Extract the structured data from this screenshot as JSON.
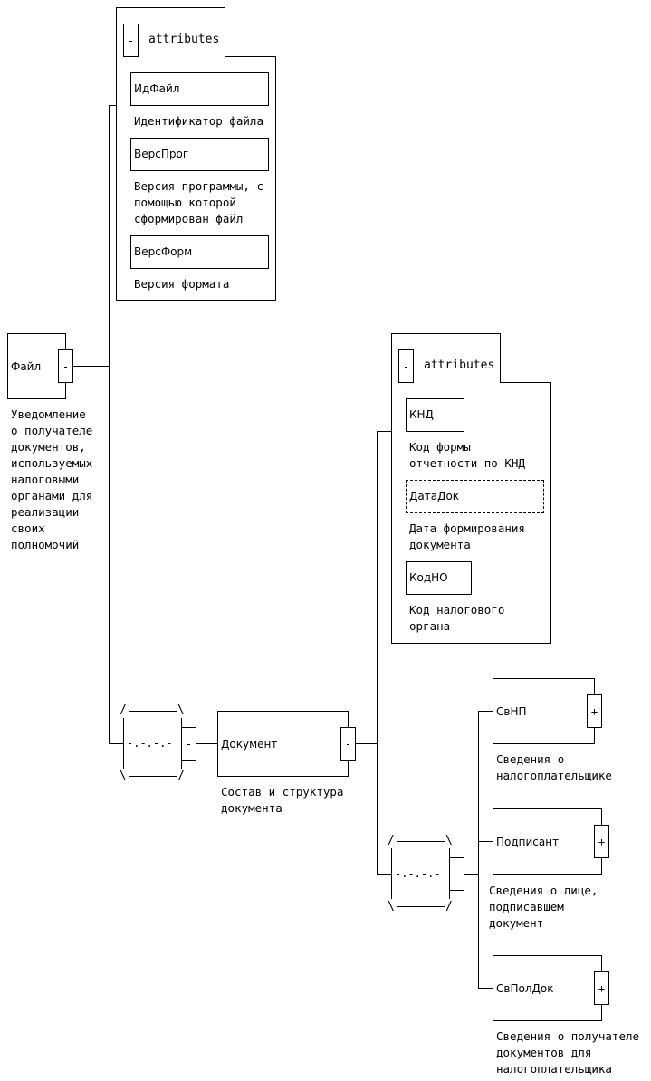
{
  "root": {
    "name": "Файл",
    "toggle": "-",
    "doc": "Уведомление\nо получателе\nдокументов,\nиспользуемых\nналоговыми\nорганами для\nреализации\nсвоих\nполномочий"
  },
  "file_attributes": {
    "toggle": "-",
    "title": "attributes",
    "items": [
      {
        "name": "ИдФайл",
        "doc": "Идентификатор файла",
        "optional": false
      },
      {
        "name": "ВерсПрог",
        "doc": "Версия программы, с\nпомощью которой\nсформирован файл",
        "optional": false
      },
      {
        "name": "ВерсФорм",
        "doc": "Версия формата",
        "optional": false
      }
    ]
  },
  "sequence1": {
    "dots": "-.-.-.-",
    "toggle": "-"
  },
  "document": {
    "name": "Документ",
    "toggle": "-",
    "doc": "Состав и структура\nдокумента"
  },
  "doc_attributes": {
    "toggle": "-",
    "title": "attributes",
    "items": [
      {
        "name": "КНД",
        "doc": "Код формы\nотчетности по КНД",
        "optional": false
      },
      {
        "name": "ДатаДок",
        "doc": "Дата формирования\nдокумента",
        "optional": true
      },
      {
        "name": "КодНО",
        "doc": "Код налогового\nоргана",
        "optional": false
      }
    ]
  },
  "sequence2": {
    "dots": "-.-.-.-",
    "toggle": "-"
  },
  "children": [
    {
      "name": "СвНП",
      "toggle": "+",
      "doc": "Сведения о\nналогоплательщике"
    },
    {
      "name": "Подписант",
      "toggle": "+",
      "doc": "Сведения о лице,\nподписавшем\nдокумент"
    },
    {
      "name": "СвПолДок",
      "toggle": "+",
      "doc": "Сведения о получателе\nдокументов для\nналогоплательщика"
    }
  ]
}
